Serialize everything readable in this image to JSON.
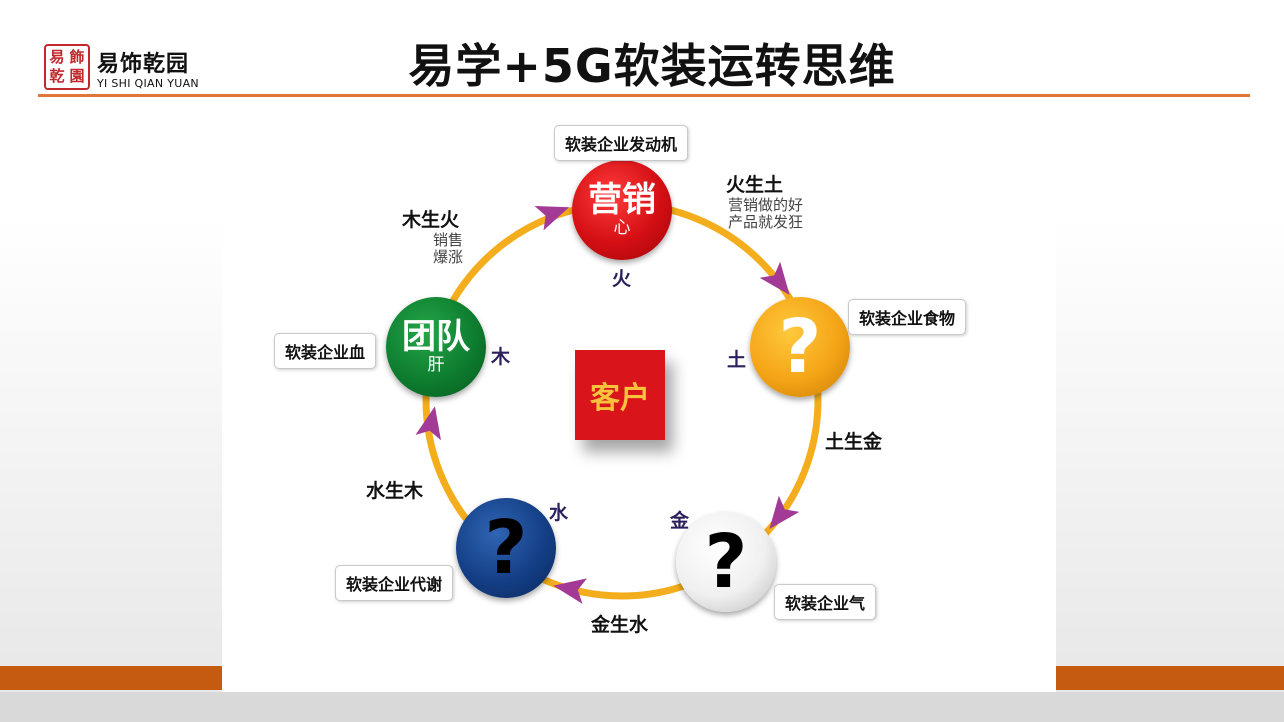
{
  "header": {
    "title": "易学+5G软装运转思维",
    "logo_seal_chars": [
      "易",
      "飾",
      "乾",
      "園"
    ],
    "logo_cn": "易饰乾园",
    "logo_en": "YI SHI QIAN YUAN"
  },
  "diagram": {
    "center": "客户",
    "nodes": {
      "fire": {
        "title": "营销",
        "organ": "心",
        "element": "火",
        "label": "软装企业发动机",
        "color": "#d40f14"
      },
      "earth": {
        "symbol": "?",
        "element": "土",
        "label": "软装企业食物",
        "color": "#f4a416"
      },
      "metal": {
        "symbol": "?",
        "element": "金",
        "label": "软装企业气",
        "color": "#f0f0f0"
      },
      "water": {
        "symbol": "?",
        "element": "水",
        "label": "软装企业代谢",
        "color": "#143f86"
      },
      "wood": {
        "title": "团队",
        "organ": "肝",
        "element": "木",
        "label": "软装企业血",
        "color": "#0e7d2f"
      }
    },
    "relations": {
      "fire_earth": "火生土",
      "fire_earth_note": [
        "营销做的好",
        "产品就发狂"
      ],
      "earth_metal": "土生金",
      "metal_water": "金生水",
      "water_wood": "水生木",
      "wood_fire": "木生火",
      "wood_fire_note": [
        "销售",
        "爆涨"
      ]
    },
    "colors": {
      "ring": "#f4ad1c",
      "arrow": "#a23a96",
      "accent_rule": "#e0763a",
      "band": "#c55a11"
    }
  }
}
